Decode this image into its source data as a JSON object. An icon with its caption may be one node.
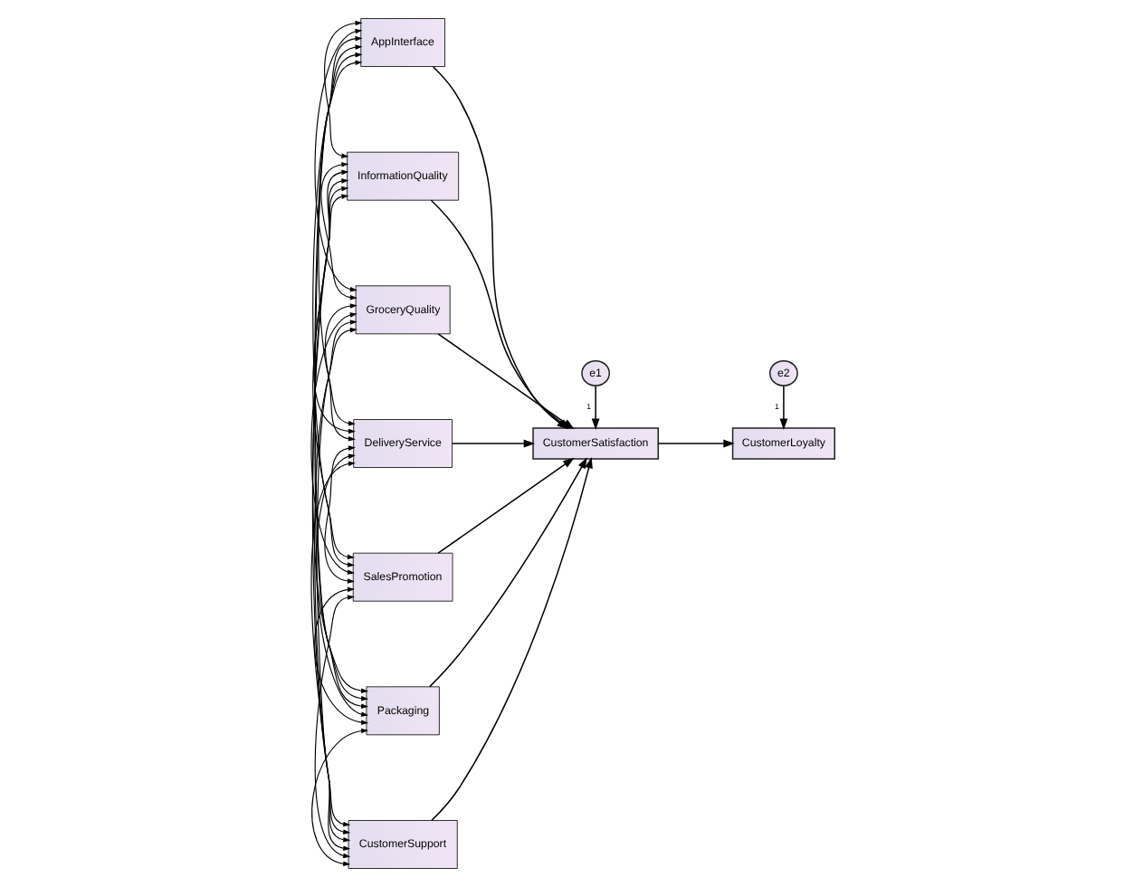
{
  "diagram": {
    "nodes": [
      {
        "text": [
          "AppInterface"
        ]
      },
      {
        "text": [
          "InformationQuality"
        ]
      },
      {
        "text": [
          "GroceryQuality"
        ]
      },
      {
        "text": [
          "DeliveryService"
        ]
      },
      {
        "text": [
          "SalesPromotion"
        ]
      },
      {
        "text": [
          "Packaging"
        ]
      },
      {
        "text": [
          "CustomerSupport"
        ]
      },
      {
        "text": [
          "e1"
        ]
      },
      {
        "text": [
          "e2"
        ]
      },
      {
        "text": [
          "CustomerSatisfaction"
        ]
      },
      {
        "text": [
          "CustomerLoyalty"
        ]
      }
    ],
    "edges": [
      {
        "from": 0,
        "to": 9,
        "arrow": "to"
      },
      {
        "from": 1,
        "to": 9,
        "arrow": "to"
      },
      {
        "from": 2,
        "to": 9,
        "arrow": "to"
      },
      {
        "from": 3,
        "to": 9,
        "arrow": "to"
      },
      {
        "from": 4,
        "to": 9,
        "arrow": "to"
      },
      {
        "from": 5,
        "to": 9,
        "arrow": "to"
      },
      {
        "from": 6,
        "to": 9,
        "arrow": "to"
      },
      {
        "from": 7,
        "to": 9,
        "arrow": "to",
        "label": "1"
      },
      {
        "from": 9,
        "to": 10,
        "arrow": "to"
      },
      {
        "from": 8,
        "to": 10,
        "arrow": "to",
        "label": "1"
      },
      {
        "from": 0,
        "to": 1,
        "arrow": "both"
      },
      {
        "from": 0,
        "to": 2,
        "arrow": "both"
      },
      {
        "from": 0,
        "to": 3,
        "arrow": "both"
      },
      {
        "from": 0,
        "to": 4,
        "arrow": "both"
      },
      {
        "from": 0,
        "to": 5,
        "arrow": "both"
      },
      {
        "from": 0,
        "to": 6,
        "arrow": "both"
      },
      {
        "from": 1,
        "to": 2,
        "arrow": "both"
      },
      {
        "from": 1,
        "to": 3,
        "arrow": "both"
      },
      {
        "from": 1,
        "to": 4,
        "arrow": "both"
      },
      {
        "from": 1,
        "to": 5,
        "arrow": "both"
      },
      {
        "from": 1,
        "to": 6,
        "arrow": "both"
      },
      {
        "from": 2,
        "to": 3,
        "arrow": "both"
      },
      {
        "from": 2,
        "to": 4,
        "arrow": "both"
      },
      {
        "from": 2,
        "to": 5,
        "arrow": "both"
      },
      {
        "from": 2,
        "to": 6,
        "arrow": "both"
      },
      {
        "from": 3,
        "to": 4,
        "arrow": "both"
      },
      {
        "from": 3,
        "to": 5,
        "arrow": "both"
      },
      {
        "from": 3,
        "to": 6,
        "arrow": "both"
      },
      {
        "from": 4,
        "to": 5,
        "arrow": "both"
      },
      {
        "from": 4,
        "to": 6,
        "arrow": "both"
      },
      {
        "from": 5,
        "to": 6,
        "arrow": "both"
      }
    ]
  }
}
